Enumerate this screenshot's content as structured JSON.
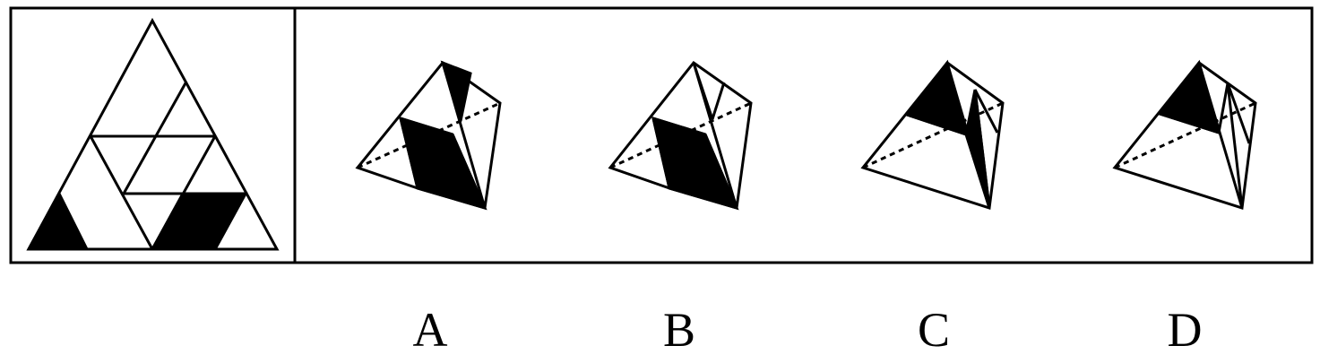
{
  "puzzle": {
    "options": [
      {
        "key": "A",
        "label": "A"
      },
      {
        "key": "B",
        "label": "B"
      },
      {
        "key": "C",
        "label": "C"
      },
      {
        "key": "D",
        "label": "D"
      }
    ]
  },
  "colors": {
    "stroke": "#000000",
    "fill_dark": "#000000",
    "fill_light": "#ffffff"
  }
}
